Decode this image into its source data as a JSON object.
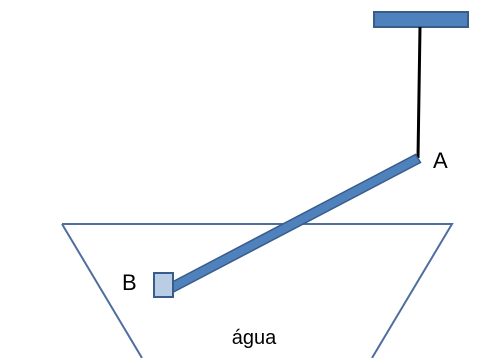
{
  "labels": {
    "point_a": "A",
    "point_b": "B",
    "water": "água"
  },
  "colors": {
    "beam_fill": "#4F81BD",
    "beam_stroke": "#385D8A",
    "block_fill": "#B9CDE5",
    "container_stroke": "#4F6E9E",
    "string": "#000000"
  }
}
